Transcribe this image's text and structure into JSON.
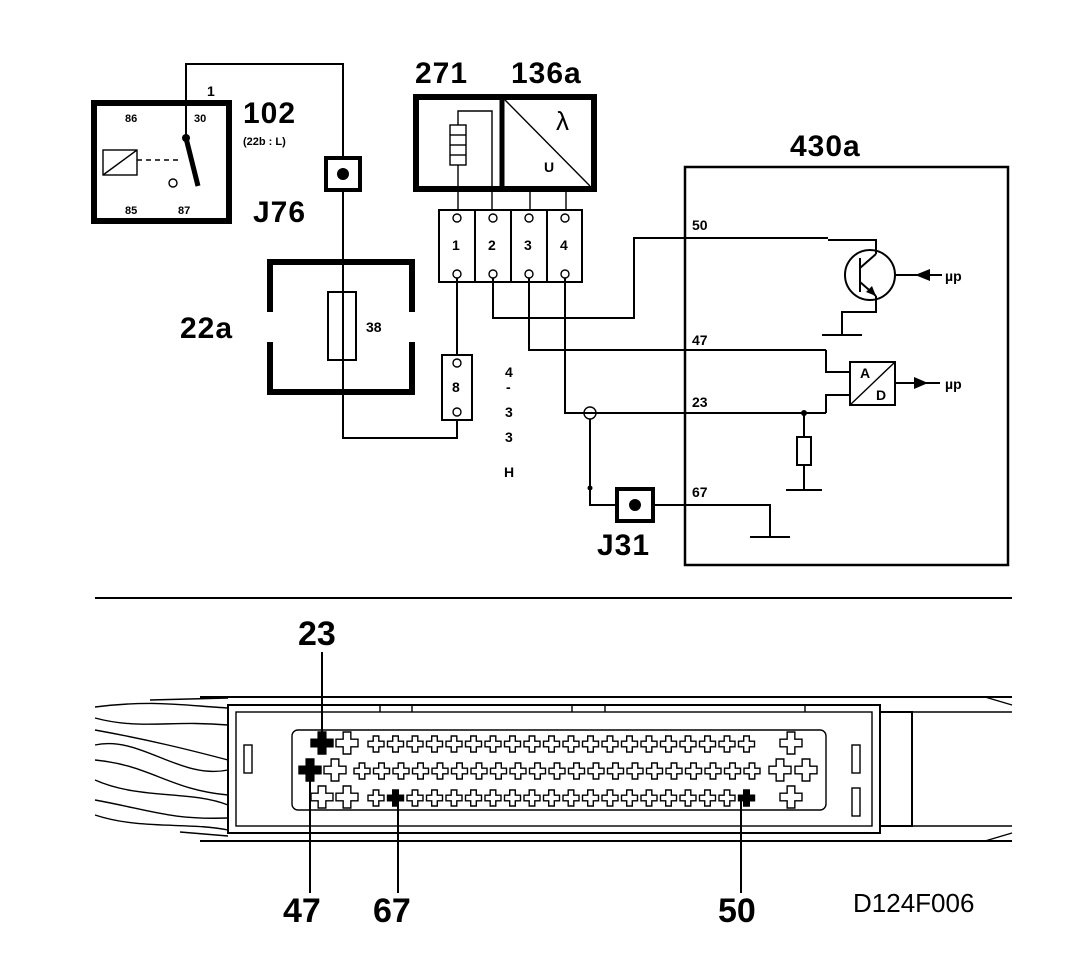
{
  "relay": {
    "id": "102",
    "sub": "(22b : L)",
    "t86": "86",
    "t30": "30",
    "t85": "85",
    "t87": "87",
    "t1": "1"
  },
  "fuse_box": {
    "id": "22a",
    "fuse": "38"
  },
  "junctions": {
    "j76": "J76",
    "j31": "J31"
  },
  "sensor": {
    "id1": "271",
    "id2": "136a",
    "lambda_symbol": "λ",
    "u_symbol": "U"
  },
  "connector": {
    "pins": [
      "1",
      "2",
      "3",
      "4"
    ],
    "wire_block": "8",
    "wire_code": [
      "4",
      "-",
      "3",
      "3",
      "H"
    ]
  },
  "ecu": {
    "id": "430a",
    "pin50": "50",
    "pin47": "47",
    "pin23": "23",
    "pin67": "67",
    "ad_a": "A",
    "ad_d": "D",
    "up1": "µp",
    "up2": "µp"
  },
  "pin_callouts": {
    "top": "23",
    "b1": "47",
    "b2": "67",
    "b3": "50"
  },
  "ref_code": "D124F006"
}
